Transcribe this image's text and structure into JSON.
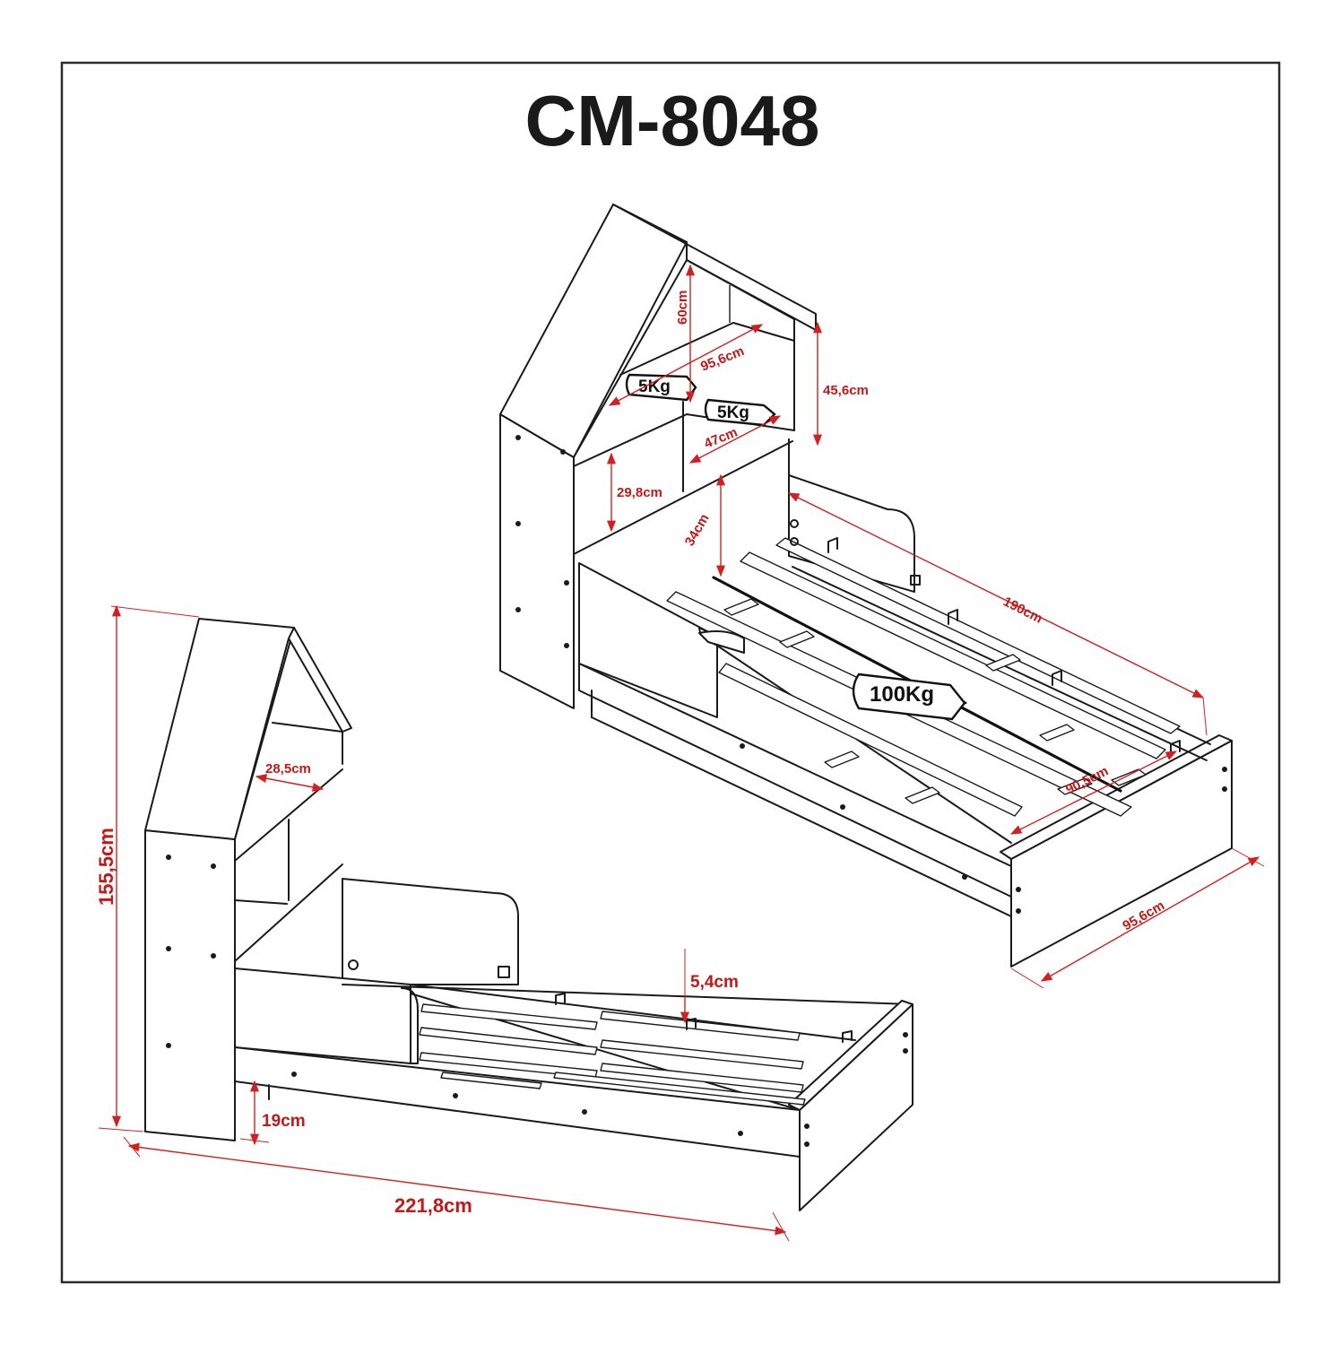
{
  "title": "CM-8048",
  "loads": {
    "shelf_top": "5Kg",
    "shelf_middle": "5Kg",
    "mattress": "100Kg"
  },
  "dimensions_top_view": {
    "headboard_upper_height": "60cm",
    "shelf_width": "95,6cm",
    "side_panel_height": "45,6cm",
    "shelf_depth": "47cm",
    "lower_niche_height": "29,8cm",
    "rail_height": "34cm",
    "length": "190cm",
    "inner_width": "90,5cm",
    "outer_width": "95,6cm"
  },
  "dimensions_side_view": {
    "total_height": "155,5cm",
    "shelf_depth": "28,5cm",
    "slat_gap": "5,4cm",
    "floor_clearance": "19cm",
    "total_length": "221,8cm"
  },
  "colors": {
    "line": "#1a1a1a",
    "dimension": "#d21f1f",
    "background": "#ffffff"
  }
}
